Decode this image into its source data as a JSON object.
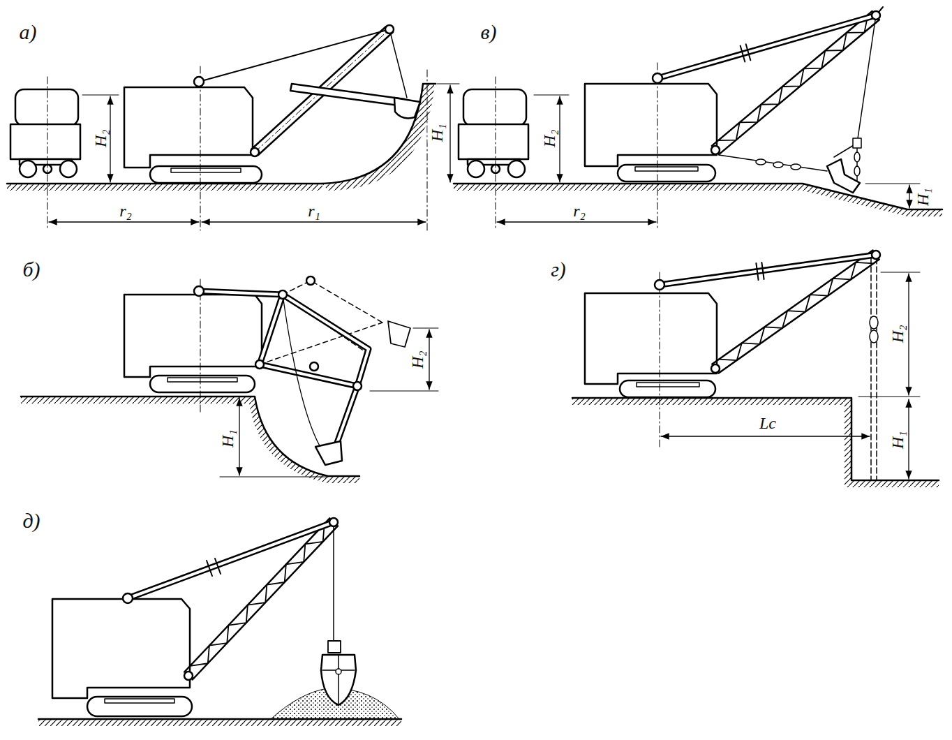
{
  "diagram": {
    "labels": [
      "а)",
      "H₂",
      "H₁",
      "r₂",
      "r₁",
      "в)",
      "H₂",
      "H₁",
      "r₂",
      "б)",
      "H₂",
      "H₁",
      "г)",
      "H₂",
      "H₁",
      "Lc",
      "д)"
    ]
  }
}
